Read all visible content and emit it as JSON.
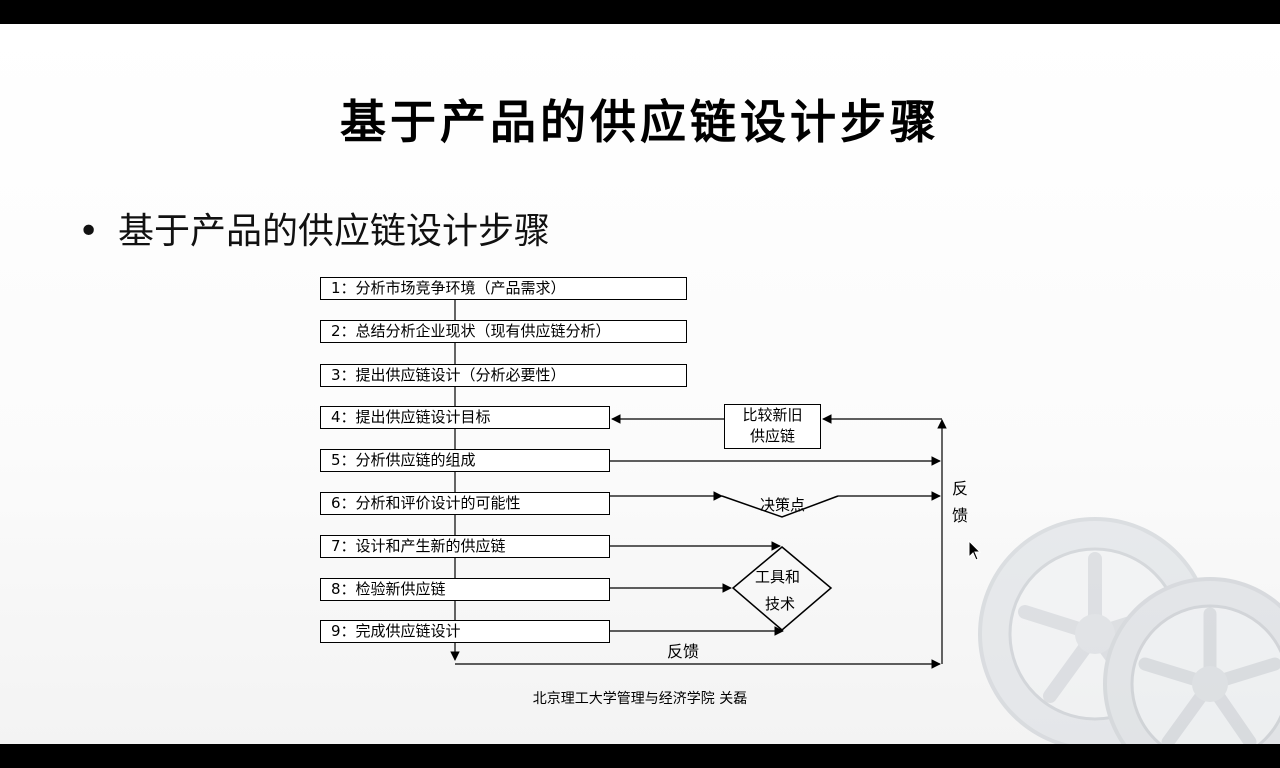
{
  "slide": {
    "title": "基于产品的供应链设计步骤",
    "bullet": "基于产品的供应链设计步骤",
    "bullet_marker": "•"
  },
  "flowchart": {
    "steps": [
      "1：分析市场竞争环境（产品需求）",
      "2：总结分析企业现状（现有供应链分析）",
      "3：提出供应链设计（分析必要性）",
      "4：提出供应链设计目标",
      "5：分析供应链的组成",
      "6：分析和评价设计的可能性",
      "7：设计和产生新的供应链",
      "8：检验新供应链",
      "9：完成供应链设计"
    ],
    "compare_box": [
      "比较新旧",
      "供应链"
    ],
    "decision_label": "决策点",
    "tools_label": [
      "工具和",
      "技术"
    ],
    "feedback_right": [
      "反",
      "馈"
    ],
    "feedback_bottom": "反馈"
  },
  "footer": "北京理工大学管理与经济学院 关磊",
  "colors": {
    "background": "#000000",
    "slide": "#ffffff",
    "ink": "#000000"
  }
}
